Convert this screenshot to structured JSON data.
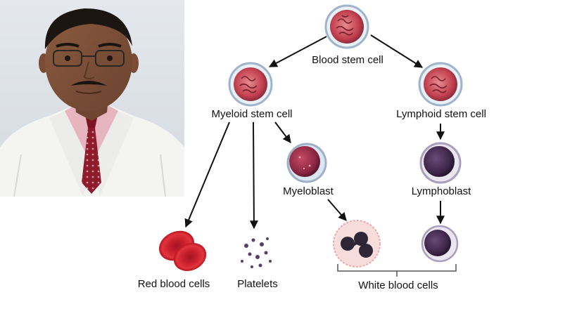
{
  "diagram": {
    "nodes": {
      "blood_stem_cell": "Blood stem cell",
      "myeloid_stem_cell": "Myeloid stem cell",
      "lymphoid_stem_cell": "Lymphoid stem cell",
      "myeloblast": "Myeloblast",
      "lymphoblast": "Lymphoblast",
      "red_blood_cells": "Red blood cells",
      "platelets": "Platelets",
      "white_blood_cells": "White blood cells"
    }
  },
  "colors": {
    "stem_cell": "#c23f4f",
    "red_cell": "#d9232e",
    "myeloblast": "#9b2a44",
    "lymphoblast": "#3c2446",
    "arrow": "#111111"
  }
}
